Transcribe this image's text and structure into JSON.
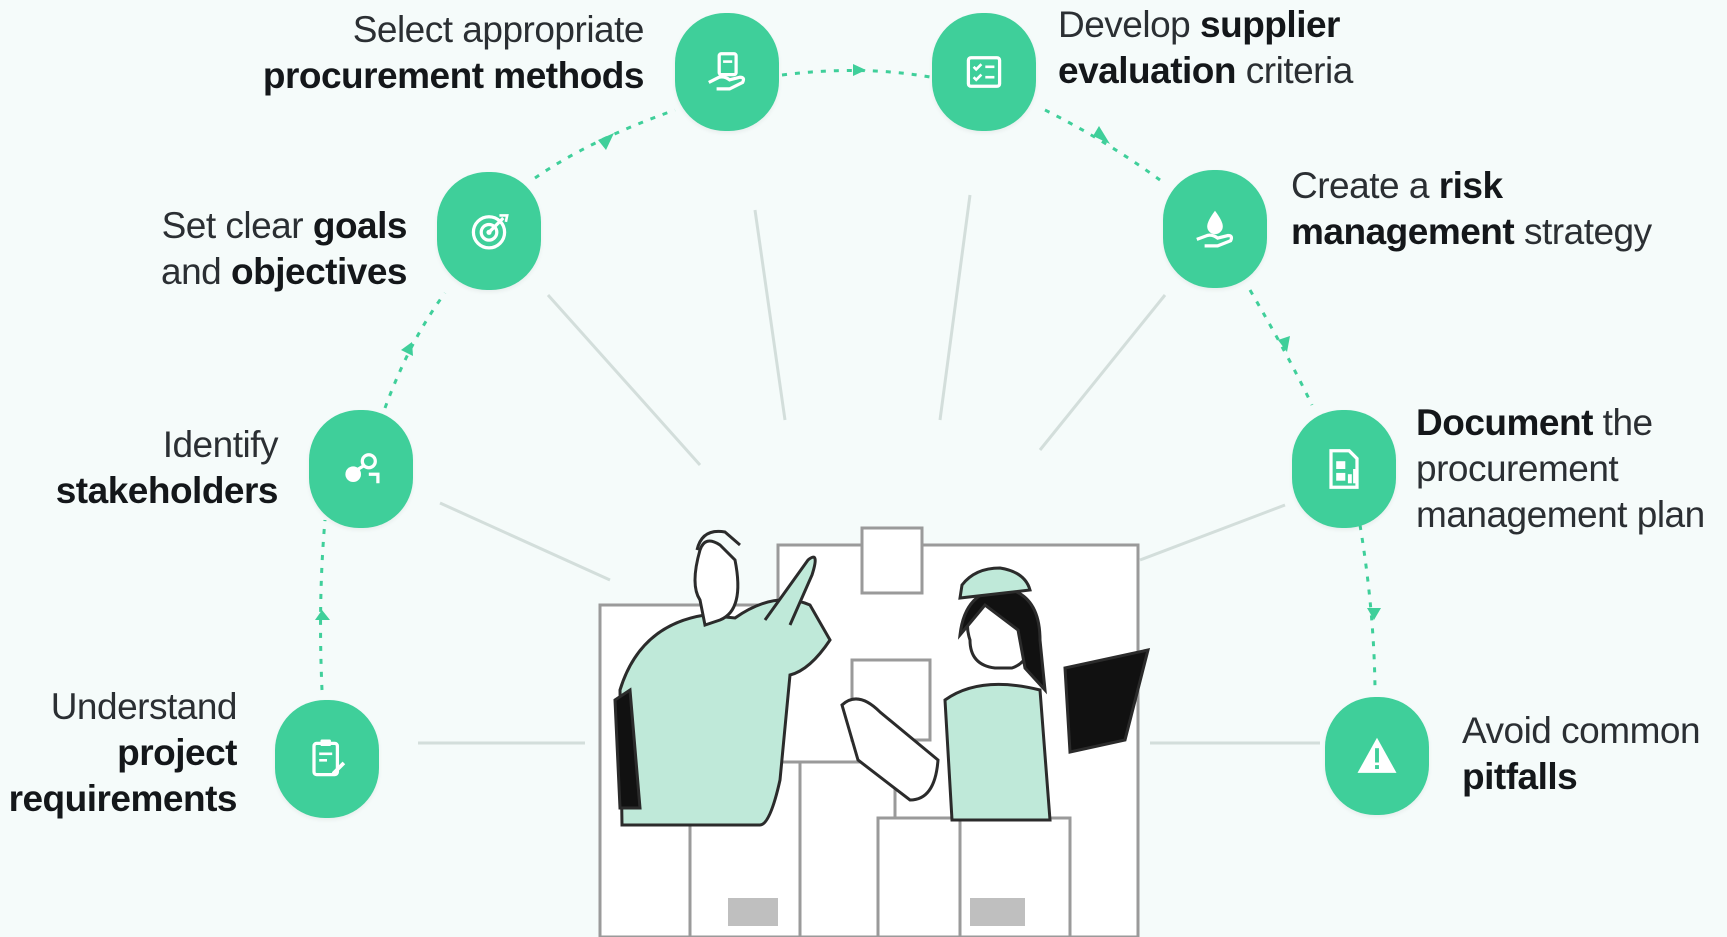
{
  "steps": [
    {
      "id": "understand",
      "icon": "clipboard-edit-icon",
      "lines": [
        [
          {
            "t": "Understand",
            "b": false
          }
        ],
        [
          {
            "t": "project",
            "b": true
          }
        ],
        [
          {
            "t": "requirements",
            "b": true
          }
        ]
      ]
    },
    {
      "id": "stakeholders",
      "icon": "people-link-icon",
      "lines": [
        [
          {
            "t": "Identify",
            "b": false
          }
        ],
        [
          {
            "t": "stakeholders",
            "b": true
          }
        ]
      ]
    },
    {
      "id": "goals",
      "icon": "target-icon",
      "lines": [
        [
          {
            "t": "Set clear ",
            "b": false
          },
          {
            "t": "goals",
            "b": true
          }
        ],
        [
          {
            "t": "and ",
            "b": false
          },
          {
            "t": "objectives",
            "b": true
          }
        ]
      ]
    },
    {
      "id": "methods",
      "icon": "hand-document-icon",
      "lines": [
        [
          {
            "t": "Select appropriate",
            "b": false
          }
        ],
        [
          {
            "t": "procurement methods",
            "b": true
          }
        ]
      ]
    },
    {
      "id": "criteria",
      "icon": "checklist-icon",
      "lines": [
        [
          {
            "t": "Develop ",
            "b": false
          },
          {
            "t": "supplier",
            "b": true
          }
        ],
        [
          {
            "t": "evaluation",
            "b": true
          },
          {
            "t": " criteria",
            "b": false
          }
        ]
      ]
    },
    {
      "id": "risk",
      "icon": "hand-drop-icon",
      "lines": [
        [
          {
            "t": "Create a ",
            "b": false
          },
          {
            "t": "risk",
            "b": true
          }
        ],
        [
          {
            "t": "management",
            "b": true
          },
          {
            "t": " strategy",
            "b": false
          }
        ]
      ]
    },
    {
      "id": "document",
      "icon": "document-chart-icon",
      "lines": [
        [
          {
            "t": "Document",
            "b": true
          },
          {
            "t": " the",
            "b": false
          }
        ],
        [
          {
            "t": "procurement",
            "b": false
          }
        ],
        [
          {
            "t": "management plan",
            "b": false
          }
        ]
      ]
    },
    {
      "id": "pitfalls",
      "icon": "warning-icon",
      "lines": [
        [
          {
            "t": "Avoid common",
            "b": false
          }
        ],
        [
          {
            "t": "pitfalls",
            "b": true
          }
        ]
      ]
    }
  ],
  "colors": {
    "accent": "#3fcf9a",
    "accent_light": "#bfe9d9",
    "line": "#3fcf9a",
    "text": "#2b2f33"
  }
}
